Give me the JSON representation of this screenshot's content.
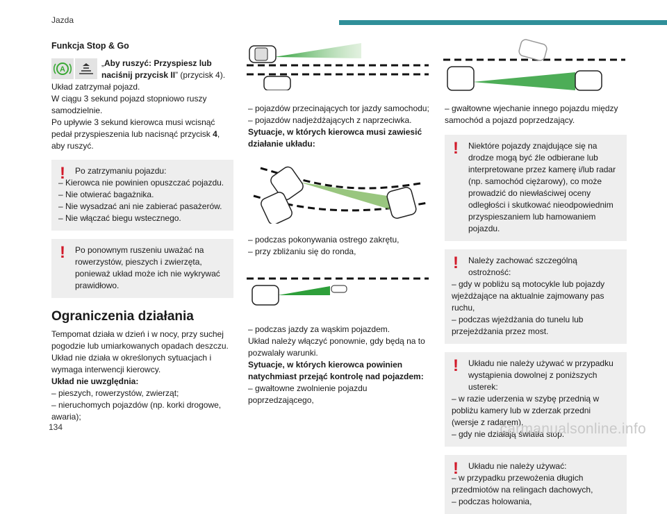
{
  "header": {
    "section": "Jazda",
    "accent_color": "#2f8f99"
  },
  "page_number": "134",
  "watermark": "carmanualsonline.info",
  "col1": {
    "heading": "Funkcja Stop & Go",
    "icon_caption_prefix": "„",
    "icon_caption_bold": "Aby ruszyć: Przyspiesz lub naciśnij przycisk II",
    "icon_caption_rest": "” (przycisk 4).",
    "para1_lines": [
      "Układ zatrzymał pojazd.",
      "W ciągu 3 sekund pojazd stopniowo ruszy samodzielnie."
    ],
    "para2_start": "Po upływie 3 sekund kierowca musi wcisnąć pedał przyspieszenia lub nacisnąć przycisk ",
    "para2_bold": "4",
    "para2_end": ", aby ruszyć.",
    "warning1": {
      "first": "Po zatrzymaniu pojazdu:",
      "lines": [
        "–  Kierowca nie powinien opuszczać pojazdu.",
        "–  Nie otwierać bagażnika.",
        "–  Nie wysadzać ani nie zabierać pasażerów.",
        "–  Nie włączać biegu wstecznego."
      ]
    },
    "warning2": {
      "first": "Po ponownym ruszeniu uważać na rowerzystów, pieszych i zwierzęta, ponieważ układ może ich nie wykrywać prawidłowo."
    },
    "section_title": "Ograniczenia działania",
    "para3": "Tempomat działa w dzień i w nocy, przy suchej pogodzie lub umiarkowanych opadach deszczu.",
    "para4": "Układ nie działa w określonych sytuacjach i wymaga interwencji kierowcy.",
    "bold1": "Układ nie uwzględnia:",
    "items": [
      "–  pieszych, rowerzystów, zwierząt;",
      "–  nieruchomych pojazdów (np. korki drogowe, awaria);"
    ]
  },
  "col2": {
    "list1": [
      "–  pojazdów przecinających tor jazdy samochodu;",
      "–  pojazdów nadjeżdżających z naprzeciwka."
    ],
    "bold1": "Sytuacje, w których kierowca musi zawiesić działanie układu:",
    "list2": [
      "–  podczas pokonywania ostrego zakrętu,",
      "–  przy zbliżaniu się do ronda,"
    ],
    "list3": [
      "–  podczas jazdy za wąskim pojazdem."
    ],
    "para1": "Układ należy włączyć ponownie, gdy będą na to pozwalały warunki.",
    "bold2": "Sytuacje, w których kierowca powinien natychmiast przejąć kontrolę nad pojazdem:",
    "list4": [
      "–  gwałtowne zwolnienie pojazdu poprzedzającego,"
    ]
  },
  "col3": {
    "list1": [
      "–  gwałtowne wjechanie innego pojazdu między samochód a pojazd poprzedzający."
    ],
    "warnings": [
      {
        "first": "Niektóre pojazdy znajdujące się na drodze mogą być źle odbierane lub interpretowane przez kamerę i/lub radar (np. samochód ciężarowy), co może prowadzić do niewłaściwej oceny odległości i skutkować nieodpowiednim przyspieszaniem lub hamowaniem pojazdu."
      },
      {
        "first": "Należy zachować szczególną ostrożność:",
        "lines": [
          "–  gdy w pobliżu są motocykle lub pojazdy wjeżdżające na aktualnie zajmowany pas ruchu,",
          "–  podczas wjeżdżania do tunelu lub przejeżdżania przez most."
        ]
      },
      {
        "first": "Układu nie należy używać w przypadku wystąpienia dowolnej z poniższych usterek:",
        "lines": [
          "–  w razie uderzenia w szybę przednią w pobliżu kamery lub w zderzak przedni (wersje z radarem),",
          "–  gdy nie działają światła stop."
        ]
      },
      {
        "first": "Układu nie należy używać:",
        "lines": [
          "–  w przypadku przewożenia długich przedmiotów na relingach dachowych,",
          "–  podczas holowania,"
        ]
      }
    ]
  }
}
